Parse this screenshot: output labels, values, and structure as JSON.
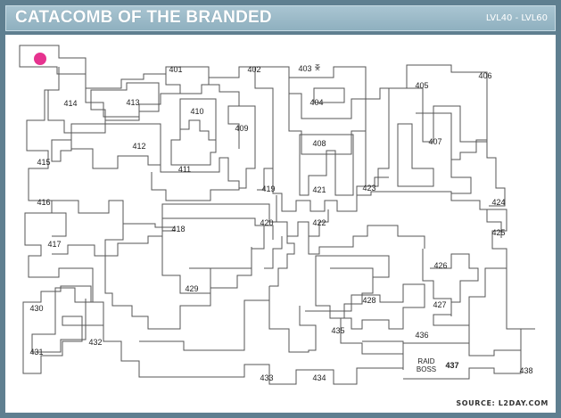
{
  "header": {
    "title": "CATACOMB OF THE BRANDED",
    "level_range": "LVL40 - LVL60"
  },
  "map": {
    "rooms": [
      "401",
      "402",
      "403",
      "404",
      "405",
      "406",
      "407",
      "408",
      "409",
      "410",
      "411",
      "412",
      "413",
      "414",
      "415",
      "416",
      "417",
      "418",
      "419",
      "420",
      "421",
      "422",
      "423",
      "424",
      "425",
      "426",
      "427",
      "428",
      "429",
      "430",
      "431",
      "432",
      "433",
      "434",
      "435",
      "436",
      "438"
    ],
    "room_403_suffix": "좇",
    "raid_boss": {
      "label_line1": "RAID",
      "label_line2": "BOSS",
      "number": "437"
    },
    "start_marker_color": "#e6338f"
  },
  "footer": {
    "source": "SOURCE: L2DAY.COM"
  },
  "colors": {
    "frame": "#5f7f90",
    "header": "#9cbccb",
    "walls": "#555555"
  }
}
